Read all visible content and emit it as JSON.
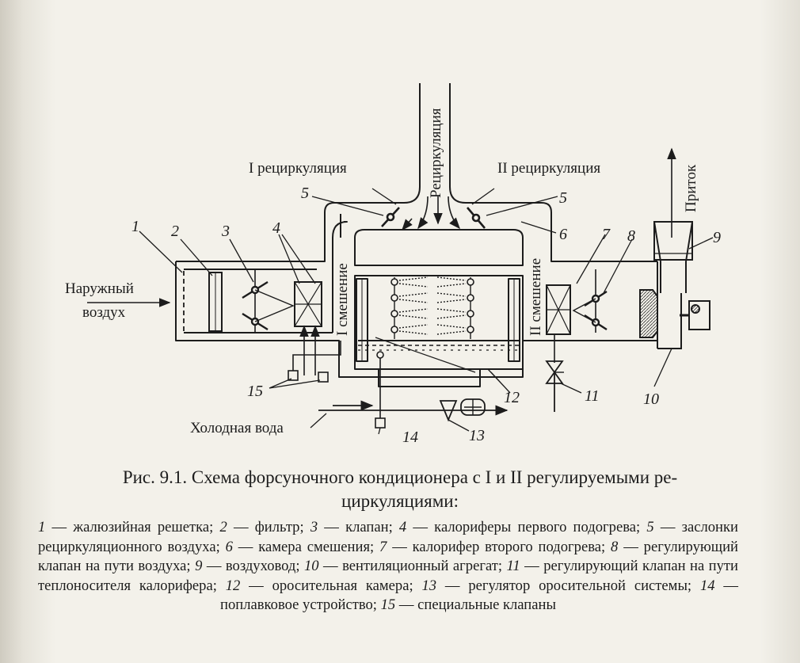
{
  "diagram": {
    "labels": {
      "recirculation_main": "Рециркуляция",
      "recirc_1": "I рециркуляция",
      "recirc_2": "II рециркуляция",
      "supply": "Приток",
      "outdoor_air_1": "Наружный",
      "outdoor_air_2": "воздух",
      "mixing_1": "I смешение",
      "mixing_2": "II смешение",
      "cold_water": "Холодная вода"
    },
    "numbers": {
      "n1": "1",
      "n2": "2",
      "n3": "3",
      "n4": "4",
      "n5a": "5",
      "n5b": "5",
      "n6": "6",
      "n7": "7",
      "n8": "8",
      "n9": "9",
      "n10": "10",
      "n11": "11",
      "n12": "12",
      "n13": "13",
      "n14": "14",
      "n15": "15"
    }
  },
  "caption": {
    "line1": "Рис. 9.1. Схема форсуночного кондиционера с I и II регулируемыми ре-",
    "line2": "циркуляциями:"
  },
  "legend": [
    {
      "num": "1",
      "text": "жалюзийная решетка;"
    },
    {
      "num": "2",
      "text": "фильтр;"
    },
    {
      "num": "3",
      "text": "клапан;"
    },
    {
      "num": "4",
      "text": "калориферы первого подогрева;"
    },
    {
      "num": "5",
      "text": "заслонки рециркуляционного воздуха;"
    },
    {
      "num": "6",
      "text": "камера смешения;"
    },
    {
      "num": "7",
      "text": "калорифер второго подогрева;"
    },
    {
      "num": "8",
      "text": "регулирующий клапан на пути воздуха;"
    },
    {
      "num": "9",
      "text": "воздуховод;"
    },
    {
      "num": "10",
      "text": "вентиляционный агрегат;"
    },
    {
      "num": "11",
      "text": "регулирующий клапан на пути теплоносителя калорифера;"
    },
    {
      "num": "12",
      "text": "оросительная камера;"
    },
    {
      "num": "13",
      "text": "регулятор оросительной системы;"
    },
    {
      "num": "14",
      "text": "поплавковое устройство;"
    },
    {
      "num": "15",
      "text": "специальные клапаны"
    }
  ],
  "legend_separator": "—"
}
